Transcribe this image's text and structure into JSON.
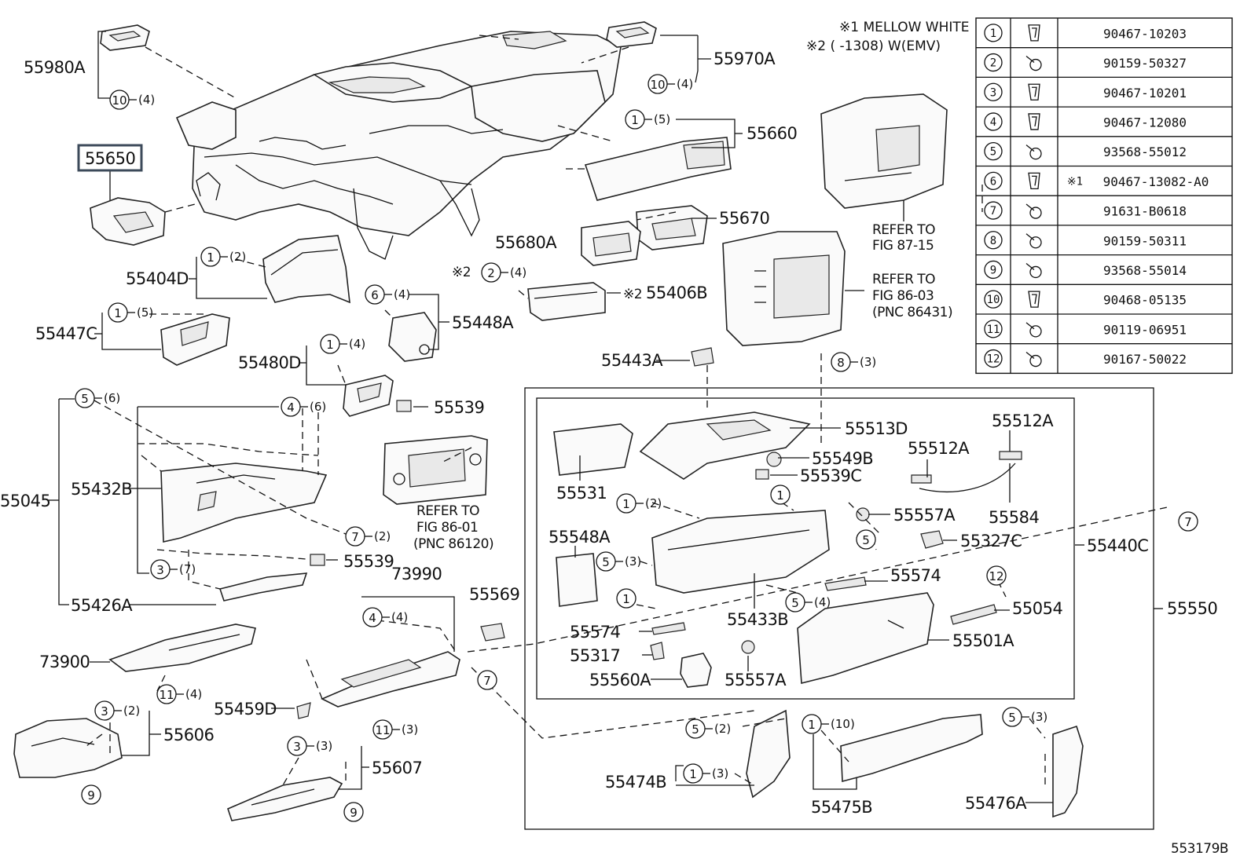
{
  "notes": {
    "mellow": "※1 MELLOW WHITE",
    "code": "※2 (    -1308) W(EMV)"
  },
  "fastener_table": [
    {
      "no": "1",
      "part": "90467-10203",
      "mark": ""
    },
    {
      "no": "2",
      "part": "90159-50327",
      "mark": ""
    },
    {
      "no": "3",
      "part": "90467-10201",
      "mark": ""
    },
    {
      "no": "4",
      "part": "90467-12080",
      "mark": ""
    },
    {
      "no": "5",
      "part": "93568-55012",
      "mark": ""
    },
    {
      "no": "6",
      "part": "90467-13082-A0",
      "mark": "※1"
    },
    {
      "no": "7",
      "part": "91631-B0618",
      "mark": ""
    },
    {
      "no": "8",
      "part": "90159-50311",
      "mark": ""
    },
    {
      "no": "9",
      "part": "93568-55014",
      "mark": ""
    },
    {
      "no": "10",
      "part": "90468-05135",
      "mark": ""
    },
    {
      "no": "11",
      "part": "90119-06951",
      "mark": ""
    },
    {
      "no": "12",
      "part": "90167-50022",
      "mark": ""
    }
  ],
  "labels": {
    "p55980A": "55980A",
    "p55970A": "55970A",
    "p55650": "55650",
    "p55660": "55660",
    "p55670": "55670",
    "p55680A": "55680A",
    "p55404D": "55404D",
    "p55406B": "55406B",
    "p55447C": "55447C",
    "p55448A": "55448A",
    "p55480D": "55480D",
    "p55539a": "55539",
    "p55443A": "55443A",
    "p55045": "55045",
    "p55432B": "55432B",
    "p55539b": "55539",
    "p55426A": "55426A",
    "p73990": "73990",
    "p55569": "55569",
    "p73900": "73900",
    "p55459D": "55459D",
    "p55606": "55606",
    "p55607": "55607",
    "p55513D": "55513D",
    "p55512Aa": "55512A",
    "p55512Ab": "55512A",
    "p55531": "55531",
    "p55549B": "55549B",
    "p55539C": "55539C",
    "p55584": "55584",
    "p55557Aa": "55557A",
    "p55548A": "55548A",
    "p55327C": "55327C",
    "p55440C": "55440C",
    "p55574a": "55574",
    "p55433B": "55433B",
    "p55054": "55054",
    "p55550": "55550",
    "p55574b": "55574",
    "p55501A": "55501A",
    "p55317": "55317",
    "p55560A": "55560A",
    "p55557Ab": "55557A",
    "p55474B": "55474B",
    "p55475B": "55475B",
    "p55476A": "55476A",
    "p55406Bmark": "※2",
    "p55406mark2": "※2"
  },
  "refers": {
    "r1a": "REFER TO",
    "r1b": "FIG 87-15",
    "r2a": "REFER TO",
    "r2b": "FIG 86-03",
    "r2c": "(PNC 86431)",
    "r3a": "REFER TO",
    "r3b": "FIG 86-01",
    "r3c": "(PNC 86120)"
  },
  "callouts": {
    "c1": {
      "n": "10",
      "q": "(4)"
    },
    "c2": {
      "n": "10",
      "q": "(4)"
    },
    "c3": {
      "n": "1",
      "q": "(5)"
    },
    "c4": {
      "n": "1",
      "q": "(2)"
    },
    "c5": {
      "n": "2",
      "q": "(4)"
    },
    "c6": {
      "n": "1",
      "q": "(5)"
    },
    "c7": {
      "n": "6",
      "q": "(4)"
    },
    "c8": {
      "n": "1",
      "q": "(4)"
    },
    "c9": {
      "n": "8",
      "q": "(3)"
    },
    "c10": {
      "n": "5",
      "q": "(6)"
    },
    "c11": {
      "n": "4",
      "q": "(6)"
    },
    "c12": {
      "n": "7",
      "q": "(2)"
    },
    "c13": {
      "n": "3",
      "q": "(7)"
    },
    "c14": {
      "n": "4",
      "q": "(4)"
    },
    "c15": {
      "n": "7",
      "q": ""
    },
    "c16": {
      "n": "11",
      "q": "(4)"
    },
    "c17": {
      "n": "11",
      "q": "(3)"
    },
    "c18": {
      "n": "3",
      "q": "(2)"
    },
    "c19": {
      "n": "9",
      "q": ""
    },
    "c20": {
      "n": "3",
      "q": "(3)"
    },
    "c21": {
      "n": "9",
      "q": ""
    },
    "c22": {
      "n": "1",
      "q": "(2)"
    },
    "c23": {
      "n": "1",
      "q": ""
    },
    "c24": {
      "n": "5",
      "q": ""
    },
    "c25": {
      "n": "5",
      "q": "(3)"
    },
    "c26": {
      "n": "1",
      "q": ""
    },
    "c27": {
      "n": "5",
      "q": "(4)"
    },
    "c28": {
      "n": "12",
      "q": ""
    },
    "c29": {
      "n": "7",
      "q": ""
    },
    "c30": {
      "n": "5",
      "q": "(2)"
    },
    "c31": {
      "n": "1",
      "q": "(3)"
    },
    "c32": {
      "n": "1",
      "q": "(10)"
    },
    "c33": {
      "n": "5",
      "q": "(3)"
    }
  },
  "figure_id": "553179B"
}
